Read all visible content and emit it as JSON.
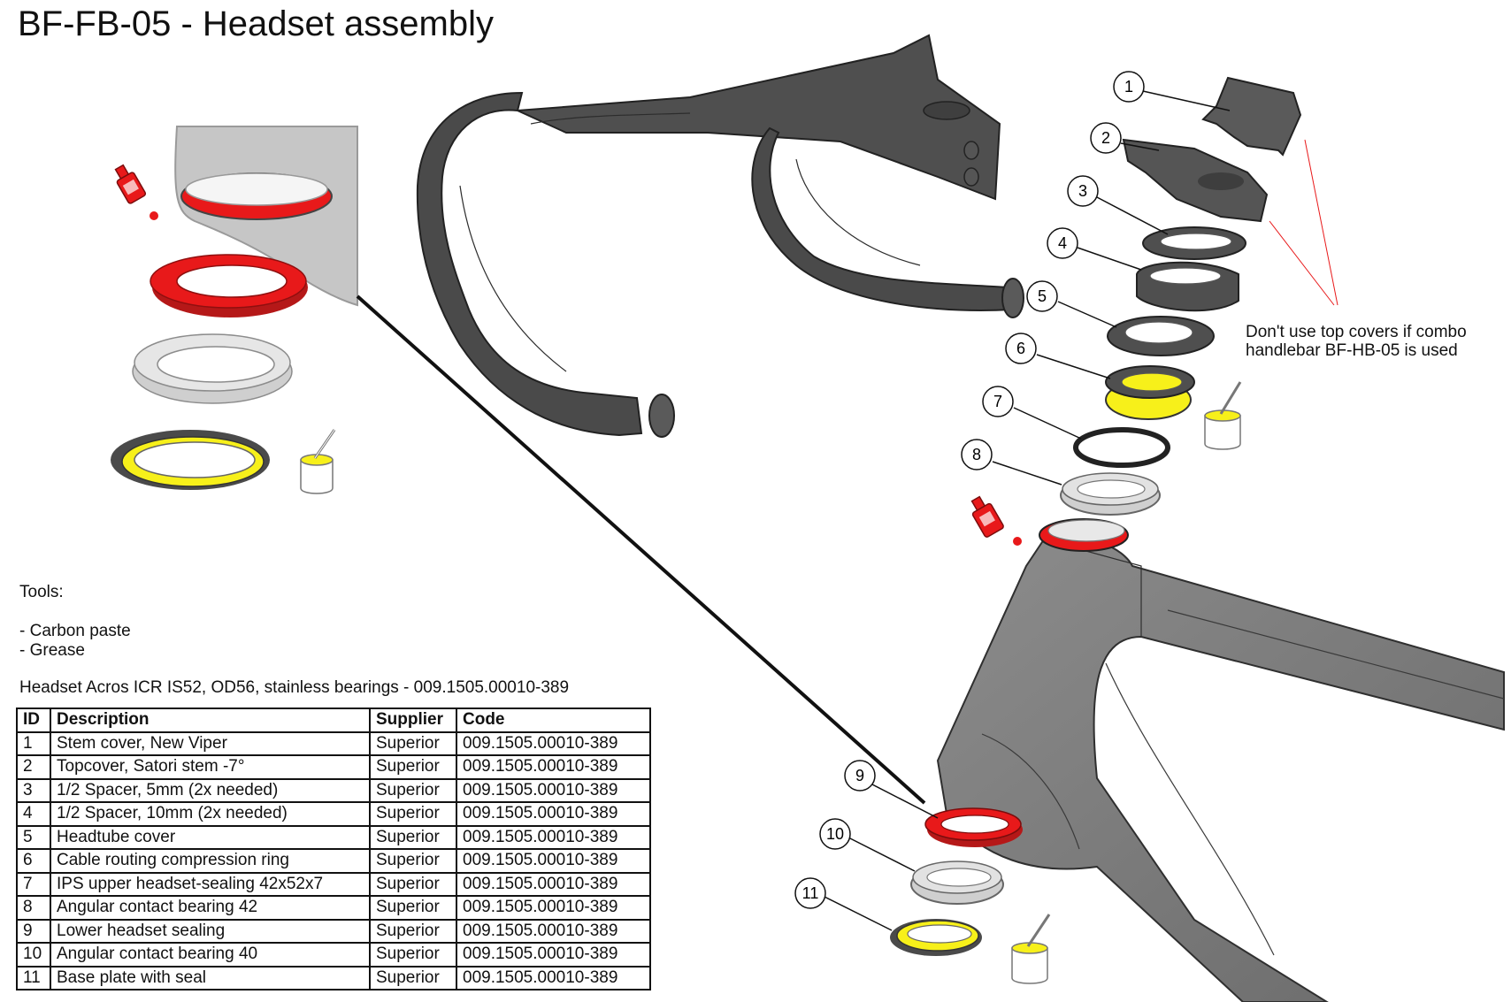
{
  "title": "BF-FB-05 - Headset assembly",
  "note": {
    "line1": "Don't use top covers if combo",
    "line2": "handlebar BF-HB-05 is used"
  },
  "tools": {
    "heading": "Tools:",
    "items": [
      "- Carbon paste",
      "- Grease"
    ]
  },
  "headset_line": "Headset Acros ICR IS52, OD56, stainless bearings - 009.1505.00010-389",
  "table": {
    "headers": [
      "ID",
      "Description",
      "Supplier",
      "Code"
    ],
    "rows": [
      [
        "1",
        "Stem cover, New Viper",
        "Superior",
        "009.1505.00010-389"
      ],
      [
        "2",
        "Topcover, Satori stem -7°",
        "Superior",
        "009.1505.00010-389"
      ],
      [
        "3",
        "1/2 Spacer, 5mm (2x needed)",
        "Superior",
        "009.1505.00010-389"
      ],
      [
        "4",
        "1/2 Spacer, 10mm (2x needed)",
        "Superior",
        "009.1505.00010-389"
      ],
      [
        "5",
        "Headtube cover",
        "Superior",
        "009.1505.00010-389"
      ],
      [
        "6",
        "Cable routing compression ring",
        "Superior",
        "009.1505.00010-389"
      ],
      [
        "7",
        "IPS upper headset-sealing 42x52x7",
        "Superior",
        "009.1505.00010-389"
      ],
      [
        "8",
        "Angular contact bearing 42",
        "Superior",
        "009.1505.00010-389"
      ],
      [
        "9",
        "Lower headset sealing",
        "Superior",
        "009.1505.00010-389"
      ],
      [
        "10",
        "Angular contact bearing 40",
        "Superior",
        "009.1505.00010-389"
      ],
      [
        "11",
        "Base plate with seal",
        "Superior",
        "009.1505.00010-389"
      ]
    ]
  },
  "callouts": [
    "1",
    "2",
    "3",
    "4",
    "5",
    "6",
    "7",
    "8",
    "9",
    "10",
    "11"
  ],
  "colors": {
    "carbon_paste": "#e8191a",
    "grease": "#f7f01a",
    "part_dark": "#4a4a4a",
    "part_mid": "#6e6e6e",
    "frame": "#7d7d7d",
    "detail_bg": "#c9c9c9"
  }
}
